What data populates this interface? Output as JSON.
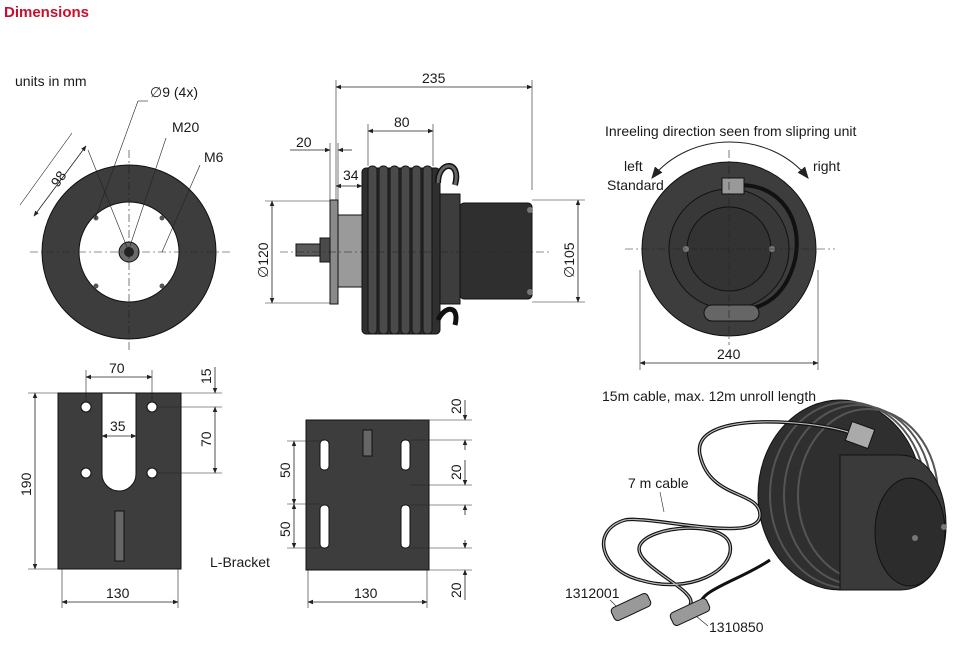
{
  "page": {
    "title": "Dimensions",
    "units_note": "units in mm"
  },
  "front_view": {
    "hole_label": "∅9 (4x)",
    "thread_label": "M20",
    "thread2_label": "M6",
    "radius_dim": "98"
  },
  "side_view": {
    "overall_length": "235",
    "reel_width": "80",
    "flange_offset": "20",
    "shaft_offset": "34",
    "diameter_body": "∅120",
    "diameter_housing": "∅105"
  },
  "rear_view": {
    "direction_caption": "Inreeling direction seen from slipring unit",
    "left_label": "left",
    "standard_label": "Standard",
    "right_label": "right",
    "width_dim": "240"
  },
  "bracket_a": {
    "width_top": "70",
    "slot_width": "35",
    "height_total": "190",
    "top_offset": "15",
    "hole_spacing": "70",
    "width_bottom": "130"
  },
  "bracket_b": {
    "name": "L-Bracket",
    "dim_top": "20",
    "dim_mid": "20",
    "dim_bottom": "20",
    "spacing1": "50",
    "spacing2": "50",
    "width_bottom": "130"
  },
  "perspective": {
    "cable_caption": "15m cable, max. 12m unroll length",
    "short_cable": "7 m cable",
    "part_a": "1312001",
    "part_b": "1310850"
  }
}
